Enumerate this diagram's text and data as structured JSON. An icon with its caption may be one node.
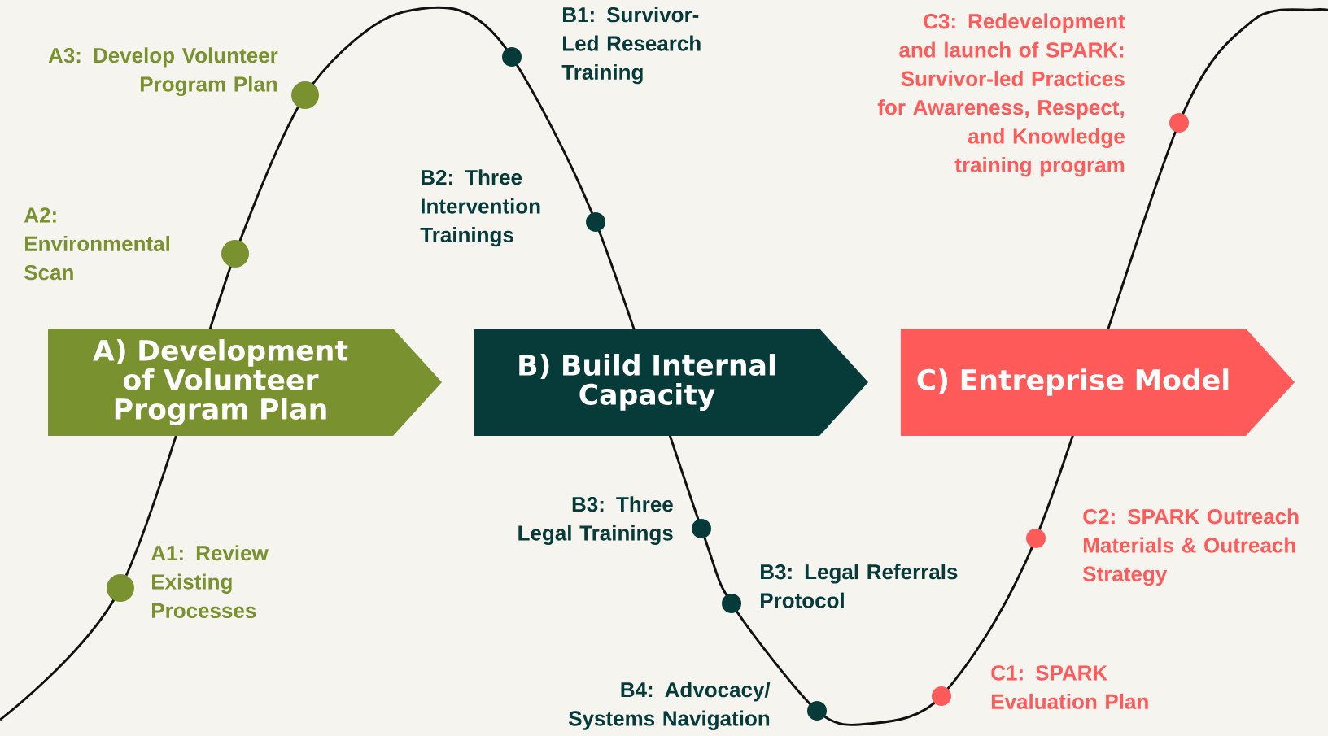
{
  "diagram": {
    "nodes": [
      {
        "text": [
          "A) Development of Volunteer Program Plan"
        ]
      },
      {
        "text": [
          "B) Build Internal Capacity"
        ]
      },
      {
        "text": [
          "C) Entreprise Model"
        ]
      }
    ],
    "labels": [
      "A3: Develop Volunteer Program Plan",
      "A2: Environmental Scan",
      "A1: Review Existing Processes",
      "B1: Survivor-Led Research Training",
      "B2: Three Intervention Trainings",
      "B3: Three Legal Trainings",
      "B3: Legal Referrals Protocol",
      "B4: Advocacy/ Systems Navigation",
      "C3: Redevelopment and launch of SPARK: Survivor-led Practices for Awareness, Respect, and Knowledge training program",
      "C2: SPARK Outreach Materials & Outreach Strategy",
      "C1: SPARK Evaluation Plan"
    ]
  }
}
